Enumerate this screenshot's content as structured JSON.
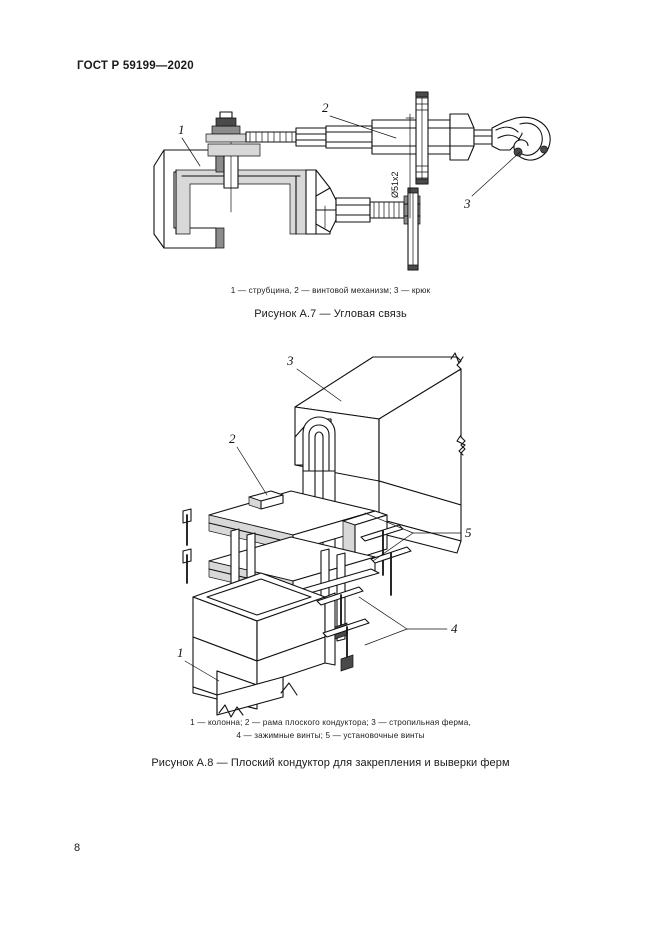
{
  "document": {
    "header": "ГОСТ Р 59199—2020",
    "page_number": "8"
  },
  "figures": [
    {
      "id": "figure-a7",
      "legend": "1 — струбцина, 2 — винтовой механизм; 3 — крюк",
      "caption": "Рисунок А.7 — Угловая связь",
      "callouts": [
        "1",
        "2",
        "3"
      ],
      "dimension_label": "Ø51x2"
    },
    {
      "id": "figure-a8",
      "legend_line1": "1 — колонна; 2 — рама плоского кондуктора; 3 — стропильная ферма,",
      "legend_line2": "4 — зажимные винты; 5 — установочные винты",
      "caption": "Рисунок А.8 — Плоский кондуктор для закрепления и выверки ферм",
      "callouts": [
        "1",
        "2",
        "3",
        "4",
        "5"
      ]
    }
  ],
  "colors": {
    "ink": "#111111",
    "paper": "#ffffff",
    "shade_dark": "#4a4a4a",
    "shade_mid": "#8c8c8c",
    "shade_light": "#d8d8d8"
  }
}
